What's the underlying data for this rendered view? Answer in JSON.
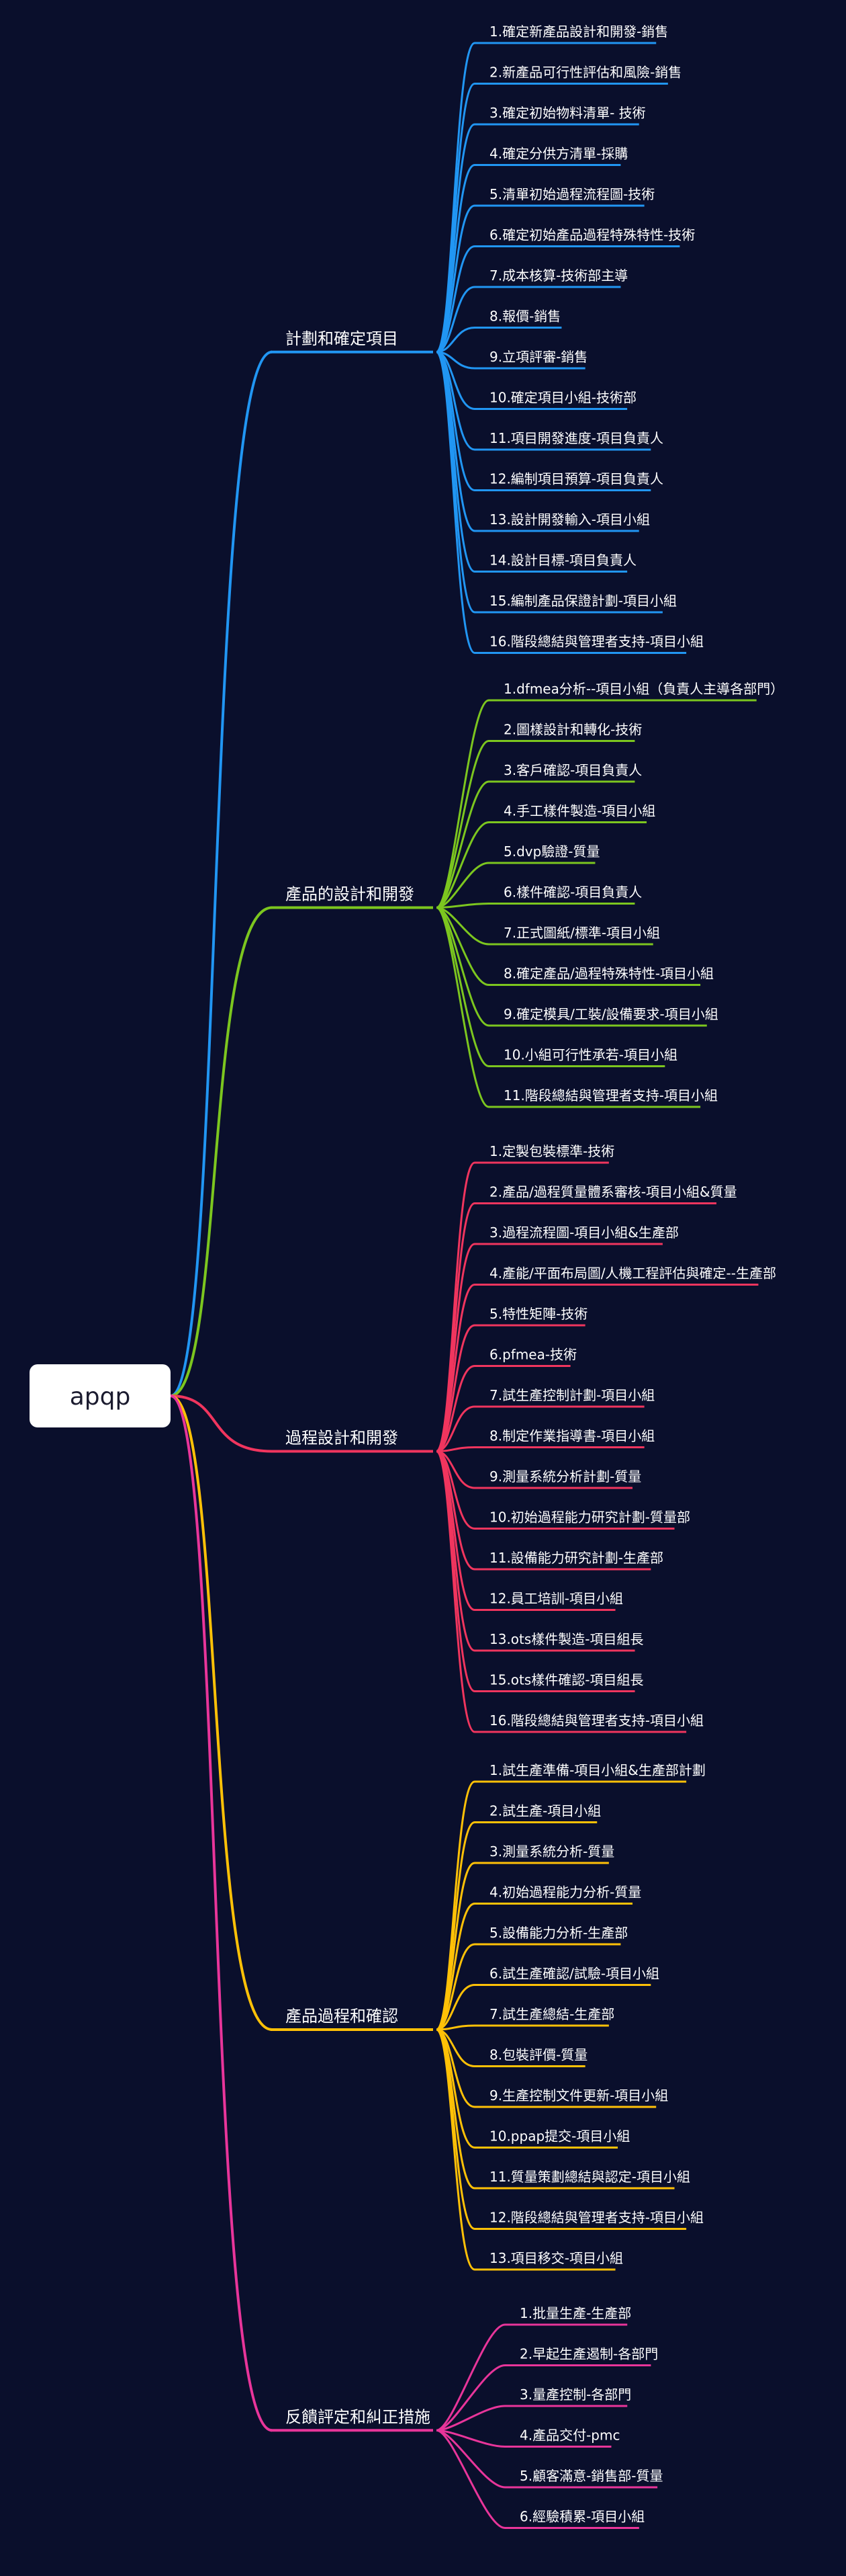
{
  "root": {
    "label": "apqp"
  },
  "branches": [
    {
      "label": "計劃和確定項目",
      "color": "#2196f3",
      "items": [
        "1.確定新產品設計和開發-銷售",
        "2.新產品可行性評估和風險-銷售",
        "3.確定初始物料清單- 技術",
        "4.確定分供方清單-採購",
        "5.清單初始過程流程圖-技術",
        "6.確定初始產品過程特殊特性-技術",
        "7.成本核算-技術部主導",
        "8.報價-銷售",
        "9.立項評審-銷售",
        "10.確定項目小組-技術部",
        "11.項目開發進度-項目負責人",
        "12.編制項目預算-項目負責人",
        "13.設計開發輸入-項目小組",
        "14.設計目標-項目負責人",
        "15.編制產品保證計劃-項目小組",
        "16.階段總結與管理者支持-項目小組"
      ]
    },
    {
      "label": "產品的設計和開發",
      "color": "#7cc61f",
      "items": [
        "1.dfmea分析--項目小組（負責人主導各部門）",
        "2.圖樣設計和轉化-技術",
        "3.客戶確認-項目負責人",
        "4.手工樣件製造-項目小組",
        "5.dvp驗證-質量",
        "6.樣件確認-項目負責人",
        "7.正式圖紙/標準-項目小組",
        "8.確定產品/過程特殊特性-項目小組",
        "9.確定模具/工裝/設備要求-項目小組",
        "10.小組可行性承若-項目小組",
        "11.階段總結與管理者支持-項目小組"
      ]
    },
    {
      "label": "過程設計和開發",
      "color": "#f0355e",
      "items": [
        "1.定製包裝標準-技術",
        "2.產品/過程質量體系審核-項目小組&質量",
        "3.過程流程圖-項目小組&生產部",
        "4.產能/平面布局圖/人機工程評估與確定--生產部",
        "5.特性矩陣-技術",
        "6.pfmea-技術",
        "7.試生產控制計劃-項目小組",
        "8.制定作業指導書-項目小組",
        "9.測量系統分析計劃-質量",
        "10.初始過程能力研究計劃-質量部",
        "11.設備能力研究計劃-生產部",
        "12.員工培訓-項目小組",
        "13.ots樣件製造-項目組長",
        "15.ots樣件確認-項目組長",
        "16.階段總結與管理者支持-項目小組"
      ]
    },
    {
      "label": "產品過程和確認",
      "color": "#ffc107",
      "items": [
        "1.試生產準備-項目小組&生產部計劃",
        "2.試生產-項目小組",
        "3.測量系統分析-質量",
        "4.初始過程能力分析-質量",
        "5.設備能力分析-生產部",
        "6.試生產確認/試驗-項目小組",
        "7.試生產總結-生產部",
        "8.包裝評價-質量",
        "9.生產控制文件更新-項目小組",
        "10.ppap提交-項目小組",
        "11.質量策劃總結與認定-項目小組",
        "12.階段總結與管理者支持-項目小組",
        "13.項目移交-項目小組"
      ]
    },
    {
      "label": "反饋評定和糾正措施",
      "color": "#e8359a",
      "items": [
        "1.批量生產-生產部",
        "2.早起生產遏制-各部門",
        "3.量產控制-各部門",
        "4.產品交付-pmc",
        "5.顧客滿意-銷售部-質量",
        "6.經驗積累-項目小組"
      ]
    }
  ]
}
